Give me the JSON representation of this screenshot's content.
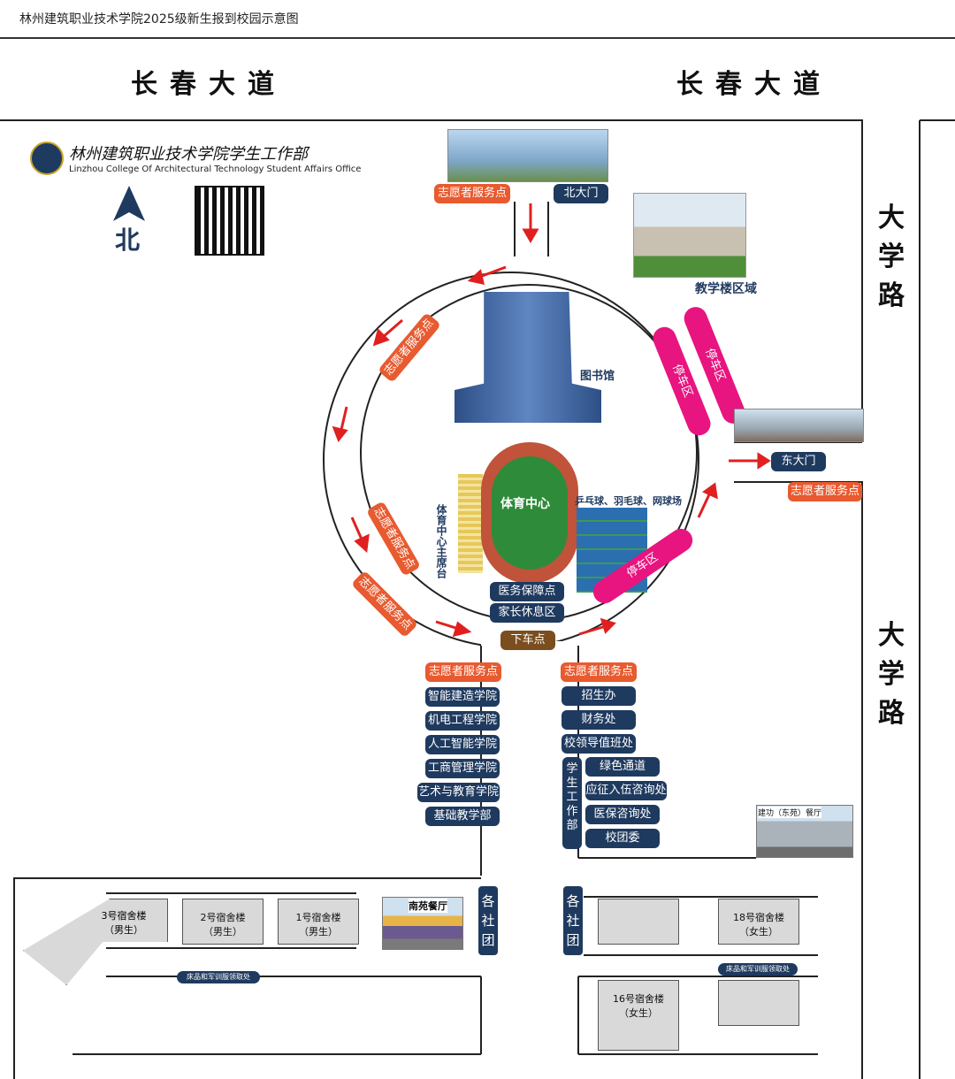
{
  "header": {
    "title": "林州建筑职业技术学院2025级新生报到校园示意图"
  },
  "roads": {
    "north_left": "长春大道",
    "north_right": "长春大道",
    "east_top": "大学路",
    "east_bottom": "大学路"
  },
  "logo": {
    "name_cn": "林州建筑职业技术学院学生工作部",
    "name_en": "Linzhou College Of Architectural Technology Student Affairs Office",
    "north": "北"
  },
  "gates": {
    "north": "北大门",
    "east": "东大门"
  },
  "volunteer": "志愿者服务点",
  "places": {
    "teaching_area": "教学楼区域",
    "library": "图书馆",
    "sports_center": "体育中心",
    "stand": "体育中心主席台",
    "courts": "乒乓球、羽毛球、网球场",
    "medical": "医务保障点",
    "parents": "家长休息区",
    "dropoff": "下车点",
    "parking": "停车区",
    "canteen_east": "建功（东苑）餐厅",
    "canteen_south": "南苑餐厅",
    "clubs": "各社团",
    "bedding_left": "床品和军训服领取处",
    "bedding_right": "床品和军训服领取处"
  },
  "colleges": [
    "智能建造学院",
    "机电工程学院",
    "人工智能学院",
    "工商管理学院",
    "艺术与教育学院",
    "基础教学部"
  ],
  "offices": [
    "招生办",
    "财务处",
    "校领导值班处"
  ],
  "student_affairs": {
    "title": "学生工作部",
    "items": [
      "绿色通道",
      "应征入伍咨询处",
      "医保咨询处",
      "校团委"
    ]
  },
  "dorms": {
    "d3": {
      "name": "3号宿舍楼",
      "sub": "（男生）"
    },
    "d2": {
      "name": "2号宿舍楼",
      "sub": "（男生）"
    },
    "d1": {
      "name": "1号宿舍楼",
      "sub": "（男生）"
    },
    "d18": {
      "name": "18号宿舍楼",
      "sub": "（女生）"
    },
    "d16": {
      "name": "16号宿舍楼",
      "sub": "（女生）"
    }
  },
  "colors": {
    "navy": "#1f3a5f",
    "orange": "#e85a2f",
    "pink": "#e8147f",
    "arrow": "#e02020",
    "field": "#2e8b3a",
    "track": "#c0533a"
  }
}
